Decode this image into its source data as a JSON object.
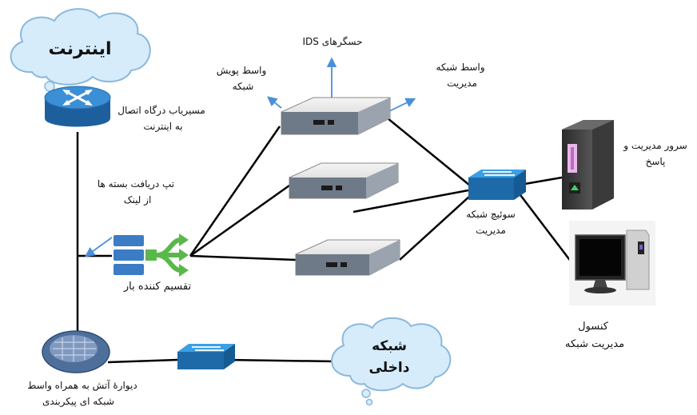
{
  "nodes": {
    "internet_cloud": {
      "label": "اینترنت"
    },
    "internal_cloud": {
      "label_line1": "شبکه",
      "label_line2": "داخلی"
    },
    "router": {
      "label_line1": "مسیریاب درگاه اتصال",
      "label_line2": "به اینترنت"
    },
    "tap": {
      "label_line1": "تپ دریافت بسته ها",
      "label_line2": "از لینک"
    },
    "load_balancer": {
      "label": "تقسیم کننده بار"
    },
    "firewall": {
      "label_line1": "دیوارهٔ آتش به همراه واسط",
      "label_line2": "شبکه ای پیکربندی"
    },
    "ids_sensors": {
      "label": "حسگرهای IDS"
    },
    "dynamic_interface": {
      "label_line1": "واسط پویش",
      "label_line2": "شبکه"
    },
    "mgmt_interface": {
      "label_line1": "واسط شبکه",
      "label_line2": "مدیریت"
    },
    "mgmt_switch": {
      "label_line1": "سوئیچ شبکه",
      "label_line2": "مدیریت"
    },
    "mgmt_server": {
      "label_line1": "سرور مدیریت و",
      "label_line2": "پاسخ"
    },
    "console": {
      "label_line1": "کنسول",
      "label_line2": "مدیریت شبکه"
    }
  },
  "colors": {
    "cloud_fill": "#d6ecfb",
    "cloud_stroke": "#8ab8dc",
    "router_blue": "#2f7fc4",
    "switch_blue": "#2a8fd6",
    "arrow_blue": "#4a90d9",
    "lb_green": "#5ab84b",
    "lb_blue": "#3b7cc4",
    "link": "#000000"
  }
}
